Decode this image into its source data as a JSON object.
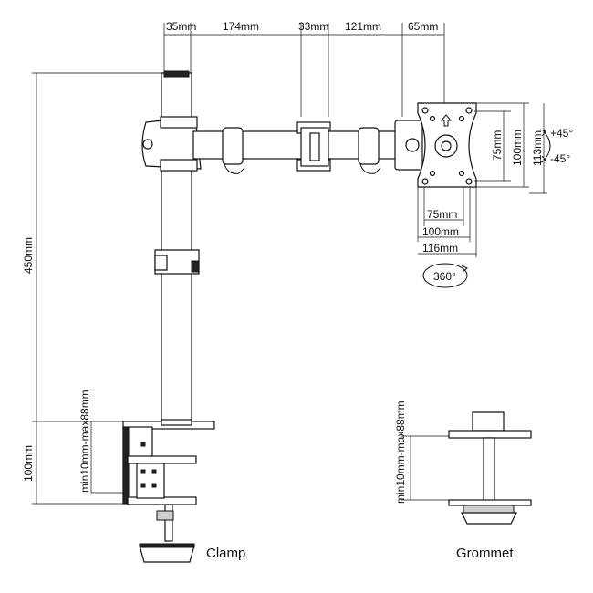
{
  "dimensions": {
    "top": [
      "35mm",
      "174mm",
      "33mm",
      "121mm",
      "65mm"
    ],
    "pole_height": "450mm",
    "clamp_height": "100mm",
    "clamp_range": "min10mm-max88mm",
    "grommet_range": "min10mm-max88mm",
    "vesa_h_small": "75mm",
    "vesa_h_large": "100mm",
    "vesa_h_plate": "116mm",
    "vesa_v_small": "75mm",
    "vesa_v_large": "100mm",
    "vesa_v_plate": "113mm",
    "tilt_up": "+45°",
    "tilt_down": "-45°",
    "rotation": "360°"
  },
  "labels": {
    "clamp": "Clamp",
    "grommet": "Grommet"
  },
  "colors": {
    "line": "#111111",
    "background": "#ffffff"
  }
}
